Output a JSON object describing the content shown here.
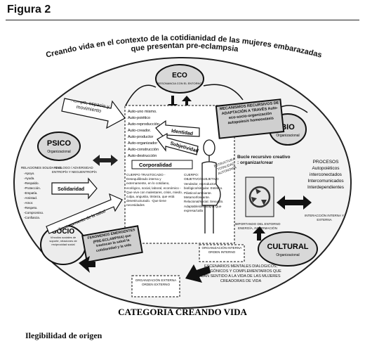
{
  "header": {
    "title": "Figura 2"
  },
  "diagram": {
    "arc_title_1": "Creando vida en el contexto de la cotidianidad de las mujeres embarazadas",
    "arc_title_2": "que presentan pre-eclampsia",
    "eco": {
      "label": "ECO",
      "sub": "(RESONANCIA CON EL ENTORNO)"
    },
    "bio": {
      "label": "BIO",
      "sub": "Organizacional"
    },
    "psico": {
      "label": "PSICO",
      "sub": "Organizacional"
    },
    "socio": {
      "label": "SOCIO",
      "sub": "Vínculos sociales de soporte, relaciones de reciprocidad social"
    },
    "cultural": {
      "label": "CULTURAL",
      "sub": "Organizacional"
    },
    "tiempo": "Tiempo, espacio y movimiento",
    "auto_list": [
      "Auto-uno mismo.",
      "Auto-poiético",
      "Auto-reproducción",
      "Auto-creador.",
      "Auto-productor",
      "Auto-organizador",
      "Auto-construcción",
      "Auto-destrucción"
    ],
    "identidad": "Identidad",
    "subjetividad": "Subjetividad",
    "corporalidad": "Corporalidad",
    "mecanismos": "MECANISMOS RECURSIVOS DE ADAPTACIÓN A TRAVÉS Auto-eco-socio-organización autopoiesis homeostasis",
    "bucle": "Bucle recursivo creativo : organizar/crear",
    "procesos": [
      "PROCESOS",
      "Autopoiéticos",
      "interconectados",
      "Intercomunicados",
      "Interdependientes"
    ],
    "interaccion": "INTERACCIÓN INTERNA Y EXTERNA",
    "relaciones": [
      "RELACIONES SOLIDARIAS",
      "-Apoyo.",
      "-Ayuda.",
      "-Respaldo.",
      "-Protección.",
      "-Empatía.",
      "-Amistad.",
      "-Amor.",
      "-Respeto.",
      "-Compromiso.",
      "-Confianza."
    ],
    "dialogo": "DIÁLOGO / ADVERSIDAD ENTROPÍA Y NEGUENTROPÍA",
    "solidaridad": "Solidaridad",
    "trastocamiento": "Trastocamiento de la salud",
    "cuerpo_trastocado": "CUERPO TRASTOCADO -Desequilibrado interna y externamente, en lo cotidiano, ecológico, social, laboral, económico -Que vive con malestares, crisis, miedo, culpa, angustia, tristeza, que está desestructurado. -Que tiene necesidades",
    "cuerpo_objetivo": "CUERPO: OBJETIVO/SUBJETIVO Vendedor, reproductor biológico/singular. Estético. Plástico/cambiante. Metamorfoseante. Relacional/social. Sexuado. Adaptable/desadapta Que expresa/calla",
    "estructura": "ESTRUCTURA TOTALIDAD AUTONOMÍA",
    "fenomenos": "FENÓMENOS EMERGENTES (PRE-ECLAMPSIA) que trastocan la salud la cotidianidad y la vida",
    "importando": "IMPORTANDO DEL ENTORNO ENERGÍA, INFORMACIÓN",
    "org_interna": "ORGANIZACIÓN INTERNA ORDEN INTERNO",
    "org_externa": "ORGANIZACIÓN EXTERNA ORDEN EXTERNO",
    "escenarios": "ESCENARIOS MENTALES DIALÓGICOS, ANTAGÓNICOS Y COMPLEMENTARIOS QUE DAN SENTIDO A LA VIDA DE LAS MUJERES CREADORAS DE VIDA",
    "categoria": "CATEGORIA   CREANDO VIDA"
  },
  "caption": "Ilegibilidad de origen"
}
